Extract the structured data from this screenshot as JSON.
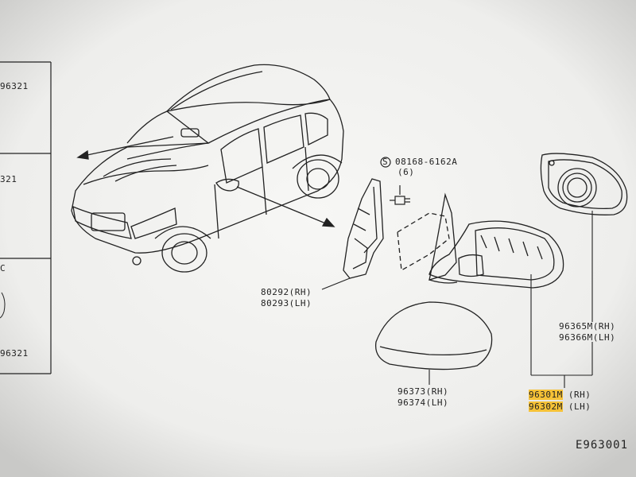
{
  "left_panel": {
    "cells": [
      {
        "part": "96321"
      },
      {
        "part": "321"
      },
      {
        "part": "96321",
        "marker": "C"
      }
    ]
  },
  "parts": {
    "screw": {
      "number": "08168-6162A",
      "qty": "(6)",
      "symbol": "S"
    },
    "mirror_base": {
      "rh": "80292(RH)",
      "lh": "80293(LH)"
    },
    "mirror_glass": {
      "rh": "96365M(RH)",
      "lh": "96366M(LH)"
    },
    "mirror_cover": {
      "rh": "96373(RH)",
      "lh": "96374(LH)"
    },
    "mirror_assembly": {
      "rh_num": "96301M",
      "rh_side": "(RH)",
      "lh_num": "96302M",
      "lh_side": "(LH)"
    }
  },
  "diagram_code": "E963001",
  "colors": {
    "paper": "#f4f4f2",
    "line": "#222222",
    "highlight": "#f6c237"
  },
  "icons": [
    "screw-icon",
    "vehicle-illustration",
    "mirror-icon"
  ]
}
